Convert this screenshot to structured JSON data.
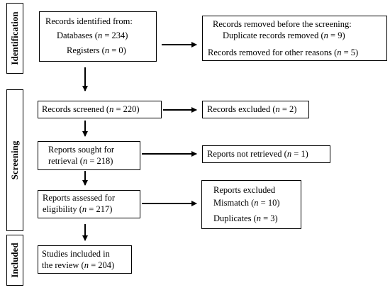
{
  "stages": {
    "identification": "Identification",
    "screening": "Screening",
    "included": "Included"
  },
  "identified": {
    "heading": "Records identified from:",
    "databases_label": "Databases (",
    "databases_n": "n",
    "databases_value": " = 234)",
    "registers_label": "Registers (",
    "registers_n": "n",
    "registers_value": " = 0)"
  },
  "removed": {
    "heading": "Records removed before the screening:",
    "duplicates_label": "Duplicate records removed (",
    "duplicates_n": "n",
    "duplicates_value": " = 9)",
    "other_label": "Records removed for other reasons (",
    "other_n": "n",
    "other_value": " = 5)"
  },
  "screened": {
    "label": "Records screened (",
    "n": "n",
    "value": " = 220)"
  },
  "excluded": {
    "label": "Records excluded (",
    "n": "n",
    "value": " = 2)"
  },
  "sought": {
    "line1": "Reports sought for",
    "line2_label": "retrieval (",
    "n": "n",
    "value": " = 218)"
  },
  "not_retrieved": {
    "label": "Reports not retrieved (",
    "n": "n",
    "value": " = 1)"
  },
  "assessed": {
    "line1": "Reports assessed for",
    "line2_label": "eligibility (",
    "n": "n",
    "value": " = 217)"
  },
  "reports_excluded": {
    "heading": "Reports excluded",
    "mismatch_label": "Mismatch (",
    "mismatch_n": "n",
    "mismatch_value": " = 10)",
    "duplicates_label": "Duplicates (",
    "duplicates_n": "n",
    "duplicates_value": " = 3)"
  },
  "included_box": {
    "line1": "Studies included in",
    "line2_label": "the review (",
    "n": "n",
    "value": " = 204)"
  }
}
